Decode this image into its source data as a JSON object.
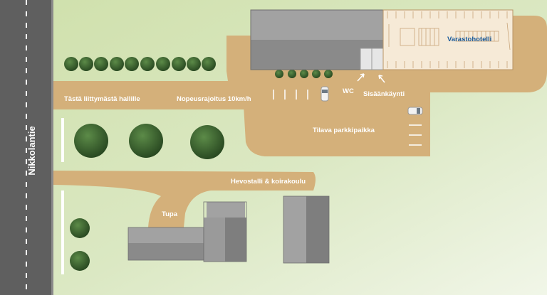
{
  "road": {
    "name": "Nikkolantie"
  },
  "labels": {
    "entrance_route": "Tästä liittymästä hallille",
    "speed_limit": "Nopeusrajoitus 10km/h",
    "wc": "WC",
    "entrance": "Sisäänkäynti",
    "parking": "Tilava parkkipaikka",
    "stable": "Hevostalli & koirakoulu",
    "cabin": "Tupa",
    "warehouse_hotel": "Varastohotelli"
  },
  "colors": {
    "grass": "#d3e2b2",
    "grass_light": "#eef4e2",
    "path": "#d4b07a",
    "road": "#5f5f5f",
    "roof": "#9a9a9a",
    "roof_dark": "#7e7e7e",
    "floorplan_bg": "#f6ead7",
    "floorplan_line": "#c9a57a",
    "label_blue": "#1a5a9a"
  }
}
